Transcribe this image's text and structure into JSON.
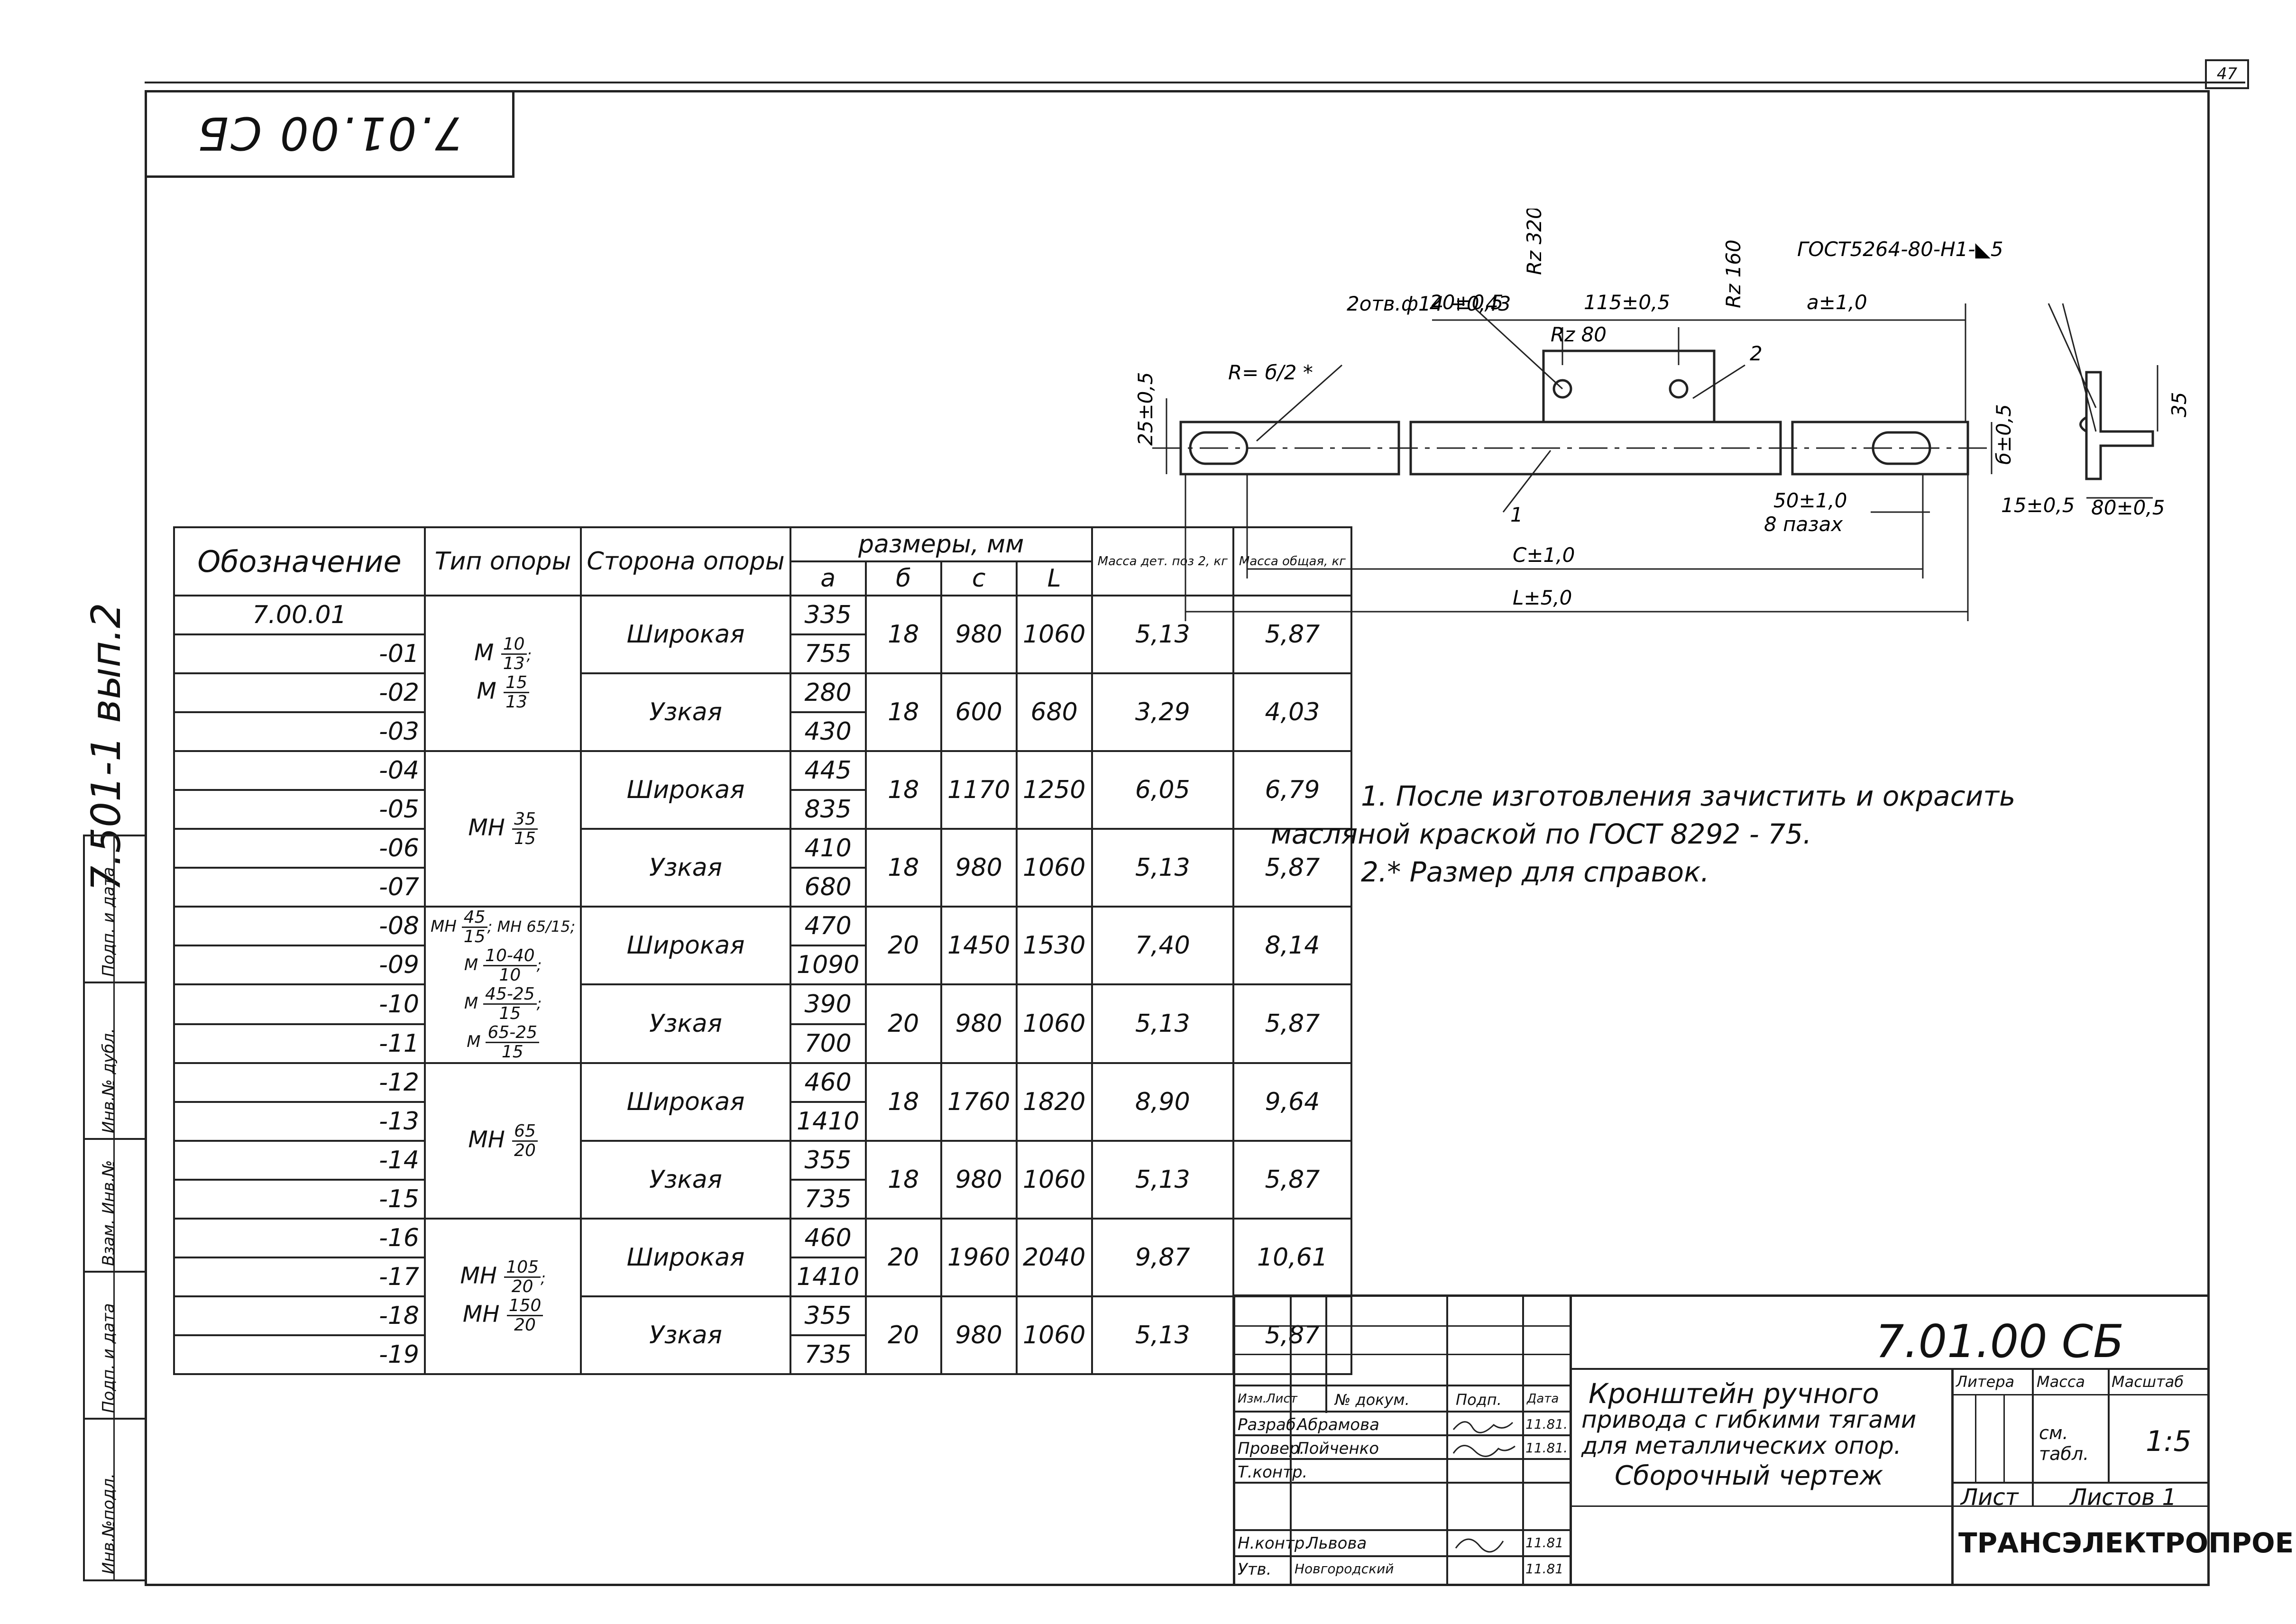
{
  "page": {
    "sheet_corner_number": "47"
  },
  "mirrored_code": "7.01.00 СБ",
  "side_code": "7.501-1 вып.2",
  "side_stamp": {
    "labels": [
      "Инв.№подл.",
      "Подп. и дата",
      "Взам. Инв.№",
      "Инв.№ дубл.",
      "Подп. и дата"
    ]
  },
  "spec_table": {
    "headers": {
      "designation": "Обозначение",
      "support_type": "Тип опоры",
      "side": "Сторона опоры",
      "sizes": "размеры, мм",
      "a": "а",
      "b": "б",
      "c": "с",
      "l": "L",
      "part_mass": "Масса дет. поз 2, кг",
      "total_mass": "Масса общая, кг"
    },
    "rows": [
      {
        "des": "7.00.01",
        "a": "335"
      },
      {
        "des": "-01",
        "a": "755"
      },
      {
        "des": "-02",
        "a": "280"
      },
      {
        "des": "-03",
        "a": "430"
      },
      {
        "des": "-04",
        "a": "445"
      },
      {
        "des": "-05",
        "a": "835"
      },
      {
        "des": "-06",
        "a": "410"
      },
      {
        "des": "-07",
        "a": "680"
      },
      {
        "des": "-08",
        "a": "470"
      },
      {
        "des": "-09",
        "a": "1090"
      },
      {
        "des": "-10",
        "a": "390"
      },
      {
        "des": "-11",
        "a": "700"
      },
      {
        "des": "-12",
        "a": "460"
      },
      {
        "des": "-13",
        "a": "1410"
      },
      {
        "des": "-14",
        "a": "355"
      },
      {
        "des": "-15",
        "a": "735"
      },
      {
        "des": "-16",
        "a": "460"
      },
      {
        "des": "-17",
        "a": "1410"
      },
      {
        "des": "-18",
        "a": "355"
      },
      {
        "des": "-19",
        "a": "735"
      }
    ],
    "pairs": [
      {
        "side": "Широкая",
        "b": "18",
        "c": "980",
        "l": "1060",
        "m1": "5,13",
        "m2": "5,87"
      },
      {
        "side": "Узкая",
        "b": "18",
        "c": "600",
        "l": "680",
        "m1": "3,29",
        "m2": "4,03"
      },
      {
        "side": "Широкая",
        "b": "18",
        "c": "1170",
        "l": "1250",
        "m1": "6,05",
        "m2": "6,79"
      },
      {
        "side": "Узкая",
        "b": "18",
        "c": "980",
        "l": "1060",
        "m1": "5,13",
        "m2": "5,87"
      },
      {
        "side": "Широкая",
        "b": "20",
        "c": "1450",
        "l": "1530",
        "m1": "7,40",
        "m2": "8,14"
      },
      {
        "side": "Узкая",
        "b": "20",
        "c": "980",
        "l": "1060",
        "m1": "5,13",
        "m2": "5,87"
      },
      {
        "side": "Широкая",
        "b": "18",
        "c": "1760",
        "l": "1820",
        "m1": "8,90",
        "m2": "9,64"
      },
      {
        "side": "Узкая",
        "b": "18",
        "c": "980",
        "l": "1060",
        "m1": "5,13",
        "m2": "5,87"
      },
      {
        "side": "Широкая",
        "b": "20",
        "c": "1960",
        "l": "2040",
        "m1": "9,87",
        "m2": "10,61"
      },
      {
        "side": "Узкая",
        "b": "20",
        "c": "980",
        "l": "1060",
        "m1": "5,13",
        "m2": "5,87"
      }
    ],
    "types": [
      {
        "lines": [
          {
            "pre": "М",
            "n": "10",
            "d": "13",
            "post": ";"
          },
          {
            "pre": "М",
            "n": "15",
            "d": "13",
            "post": ""
          }
        ]
      },
      {
        "lines": [
          {
            "pre": "МН",
            "n": "35",
            "d": "15",
            "post": ""
          }
        ]
      },
      {
        "lines": [
          {
            "pre": "МН",
            "n": "45",
            "d": "15",
            "post": "; МН 65/15;"
          },
          {
            "pre": "М",
            "n": "10-40",
            "d": "10",
            "post": ";"
          },
          {
            "pre": "М",
            "n": "45-25",
            "d": "15",
            "post": ";"
          },
          {
            "pre": "М",
            "n": "65-25",
            "d": "15",
            "post": ""
          }
        ]
      },
      {
        "lines": [
          {
            "pre": "МН",
            "n": "65",
            "d": "20",
            "post": ""
          }
        ]
      },
      {
        "lines": [
          {
            "pre": "МН",
            "n": "105",
            "d": "20",
            "post": ";"
          },
          {
            "pre": "МН",
            "n": "150",
            "d": "20",
            "post": ""
          }
        ]
      }
    ]
  },
  "drawing": {
    "holes": "2отв.ф14 +0,43",
    "radius": "R= б/2 *",
    "gost": "ГОСТ5264-80-Н1-◣5",
    "dim_20": "20±0,5",
    "dim_115": "115±0,5",
    "dim_a": "а±1,0",
    "dim_25": "25±0,5",
    "dim_b": "б±0,5",
    "dim_50": "50±1,0",
    "slots": "8 пазах",
    "dim_c": "С±1,0",
    "dim_l": "L±5,0",
    "dim_15": "15±0,5",
    "dim_80": "80±0,5",
    "dim_35": "35",
    "rz1": "Rz 320",
    "rz2": "Rz 160",
    "rz3": "Rz 80",
    "pos1": "1",
    "pos2": "2"
  },
  "notes": {
    "n1a": "1. После изготовления зачистить и окрасить",
    "n1b": "масляной краской по ГОСТ 8292 - 75.",
    "n2": "2.* Размер для справок."
  },
  "title_block": {
    "code": "7.01.00 СБ",
    "name1": "Кронштейн ручного",
    "name2": "привода с гибкими тягами",
    "name3": "для металлических опор.",
    "name4": "Сборочный чертеж",
    "hdr_izm": "Изм.",
    "hdr_list": "Лист",
    "hdr_doc": "№ докум.",
    "hdr_podp": "Подп.",
    "hdr_data": "Дата",
    "r_razrab": "Разраб.",
    "r_prover": "Провер.",
    "r_tkontr": "Т.контр.",
    "r_nkontr": "Н.контр.",
    "r_utv": "Утв.",
    "n_razrab": "Абрамова",
    "n_prover": "Пойченко",
    "n_nkontr": "Львова",
    "n_utv": "Новгородский",
    "d_razrab": "11.81.",
    "d_prover": "11.81.",
    "d_nkontr": "11.81",
    "d_utv": "11.81",
    "litera": "Литера",
    "massa": "Масса",
    "masshtab": "Масштаб",
    "mass_val": "см. табл.",
    "scale_val": "1:5",
    "list": "Лист",
    "listov": "Листов 1",
    "org": "ТРАНСЭЛЕКТРОПРОЕКТ"
  }
}
